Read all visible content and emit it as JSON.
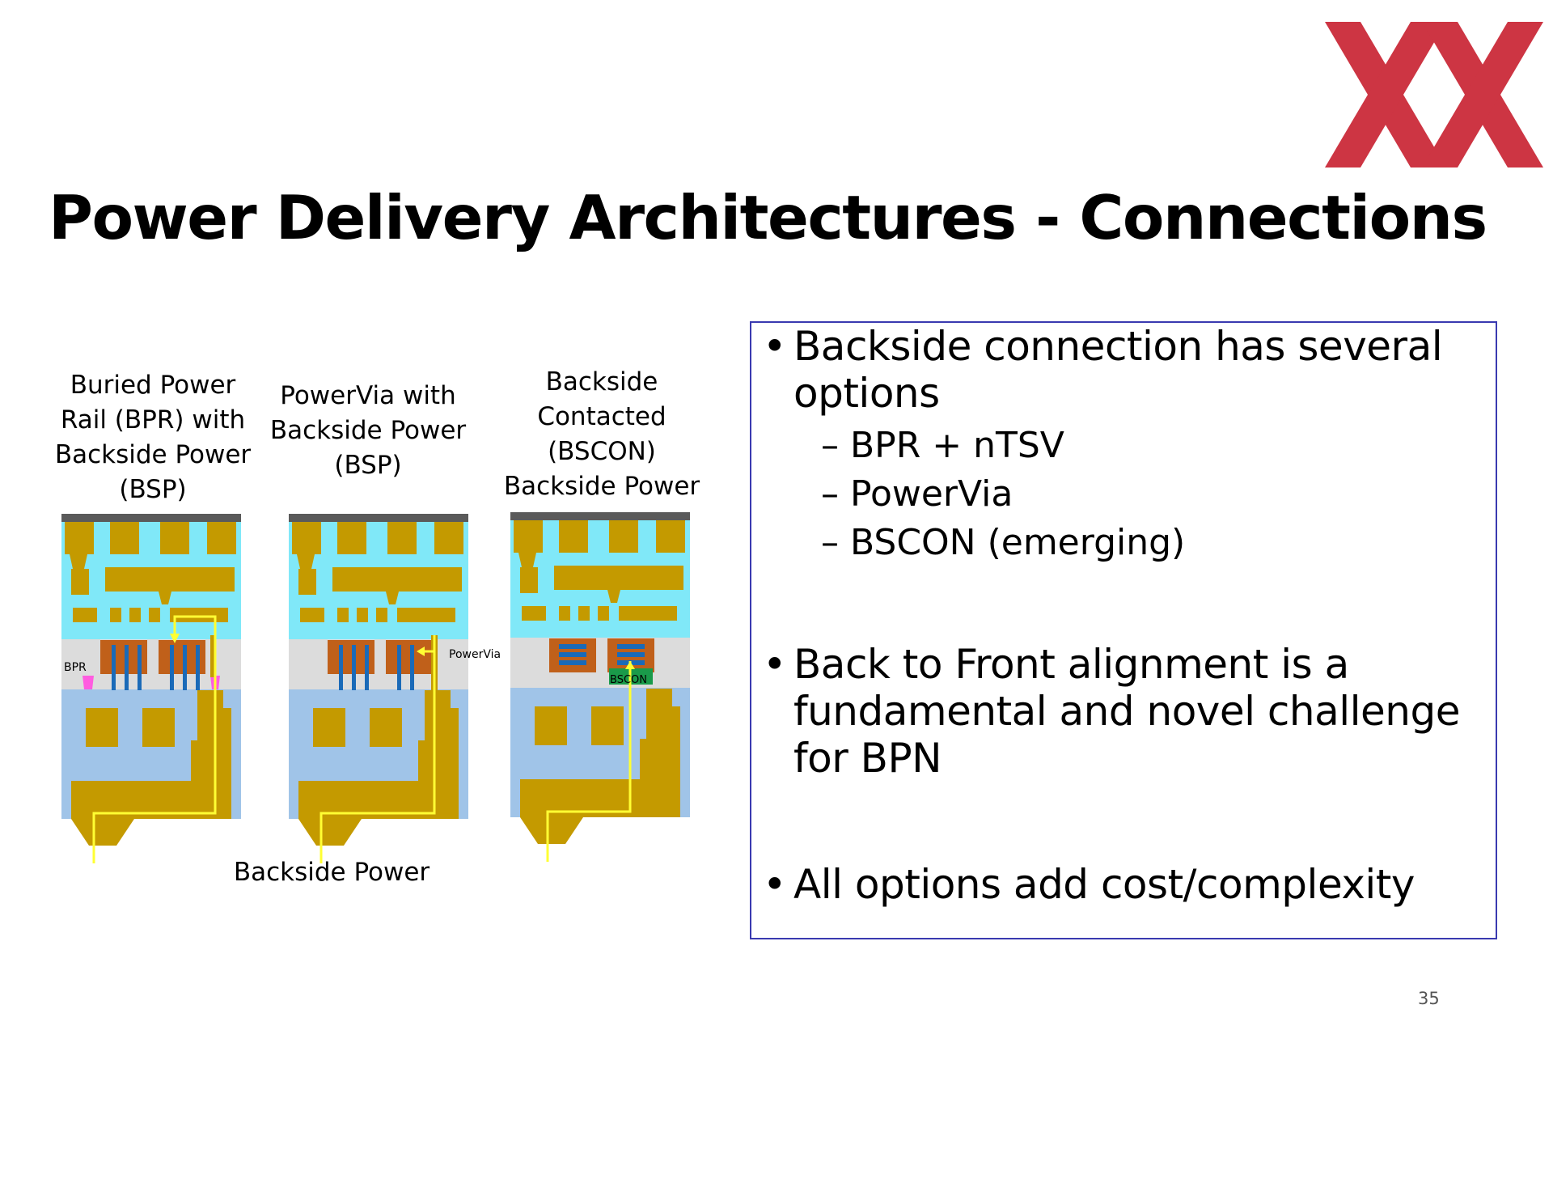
{
  "slide": {
    "title": "Power Delivery Architectures - Connections",
    "page_number": "35"
  },
  "logo": {
    "color": "#c8202f"
  },
  "diagrams": {
    "items": [
      {
        "title_lines": [
          "Buried Power",
          "Rail (BPR) with",
          "Backside Power",
          "(BSP)"
        ],
        "label": "BPR"
      },
      {
        "title_lines": [
          "PowerVia with",
          "Backside Power",
          "(BSP)"
        ],
        "label": "PowerVia"
      },
      {
        "title_lines": [
          "Backside",
          "Contacted",
          "(BSCON)",
          "Backside Power"
        ],
        "label": "BSCON"
      }
    ],
    "caption": "Backside Power",
    "colors": {
      "metal": "#c49a00",
      "frontside_dielectric": "#80e8f8",
      "device_layer": "#dcdcdc",
      "backside_dielectric": "#a0c4e8",
      "gate": "#c0601a",
      "fin": "#1a6ab8",
      "top_cap": "#5a5a5a",
      "power_path": "#ffff33",
      "bpr": "#ff5ce0",
      "bscon": "#1a9a4a"
    }
  },
  "info_box": {
    "bullets": [
      {
        "text": "Backside connection has several options",
        "lines": [
          "Backside connection has several",
          "options"
        ],
        "sub": [
          "– BPR + nTSV",
          "– PowerVia",
          "– BSCON (emerging)"
        ]
      },
      {
        "text": "Back to Front alignment is a fundamental and novel challenge for BPN",
        "lines": [
          "Back to Front alignment is a",
          "fundamental and novel challenge",
          "for BPN"
        ]
      },
      {
        "text": "All options add cost/complexity",
        "lines": [
          "All options add cost/complexity"
        ]
      }
    ],
    "border_color": "#3a3ab0"
  }
}
